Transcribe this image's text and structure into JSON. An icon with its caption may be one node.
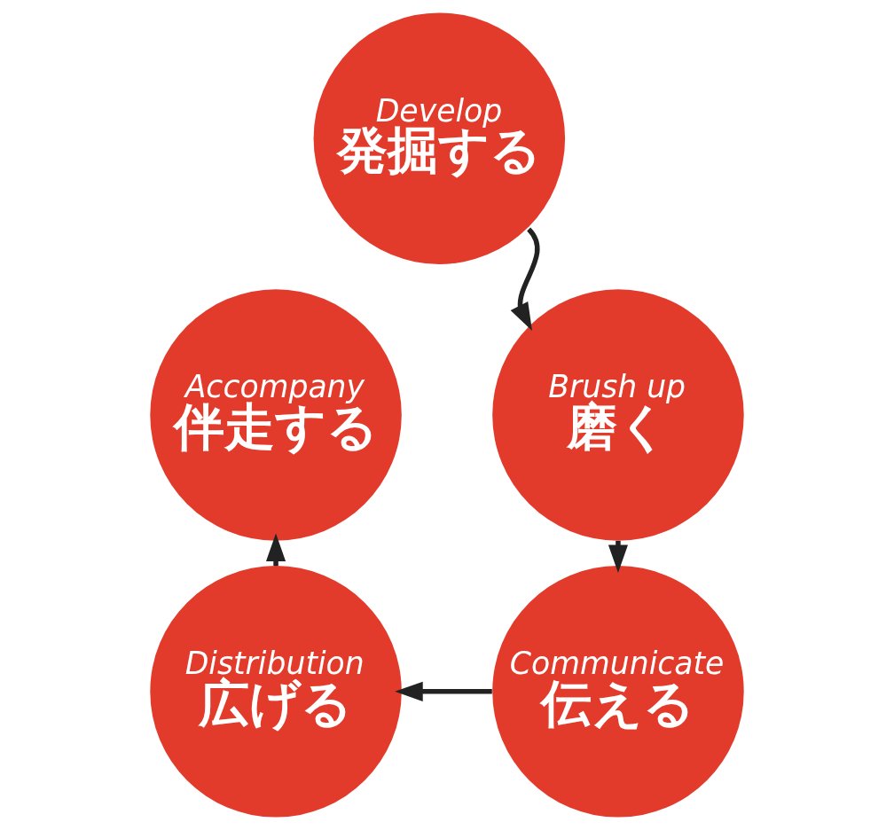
{
  "diagram": {
    "nodes": [
      {
        "text": [
          "Develop",
          "発掘する"
        ]
      },
      {
        "text": [
          "Brush up",
          "磨く"
        ]
      },
      {
        "text": [
          "Communicate",
          "伝える"
        ]
      },
      {
        "text": [
          "Distribution",
          "広げる"
        ]
      },
      {
        "text": [
          "Accompany",
          "伴走する"
        ]
      }
    ],
    "edges": [
      {
        "from": 0,
        "to": 1,
        "arrow": "to"
      },
      {
        "from": 1,
        "to": 2,
        "arrow": "to"
      },
      {
        "from": 2,
        "to": 3,
        "arrow": "to"
      },
      {
        "from": 3,
        "to": 4,
        "arrow": "to"
      }
    ]
  }
}
